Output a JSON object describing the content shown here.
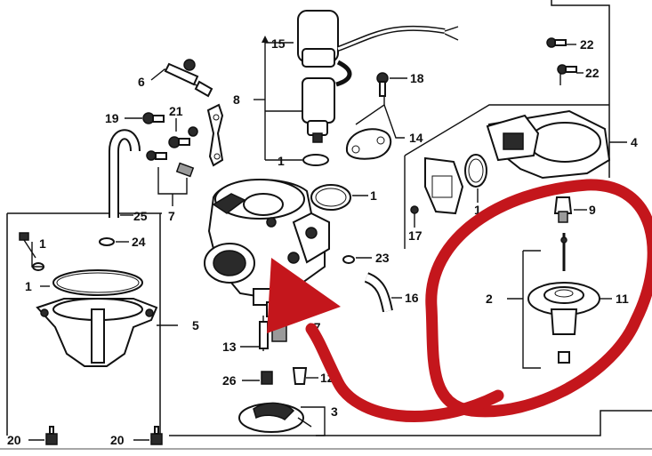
{
  "callouts": {
    "c1_left": "1",
    "c1_gasket": "1",
    "c1_center": "1",
    "c1_sensor": "1",
    "c1_right": "1",
    "c2": "2",
    "c3": "3",
    "c4": "4",
    "c5": "5",
    "c6": "6",
    "c7": "7",
    "c8": "8",
    "c9": "9",
    "c11": "11",
    "c12": "12",
    "c13": "13",
    "c14": "14",
    "c15": "15",
    "c16": "16",
    "c17_right": "17",
    "c17_center": "17",
    "c18": "18",
    "c19": "19",
    "c20_a": "20",
    "c20_b": "20",
    "c21": "21",
    "c22_a": "22",
    "c22_b": "22",
    "c23": "23",
    "c24": "24",
    "c25": "25",
    "c26": "26"
  },
  "annotation_color": "#c4161c",
  "line_color": "#111111"
}
